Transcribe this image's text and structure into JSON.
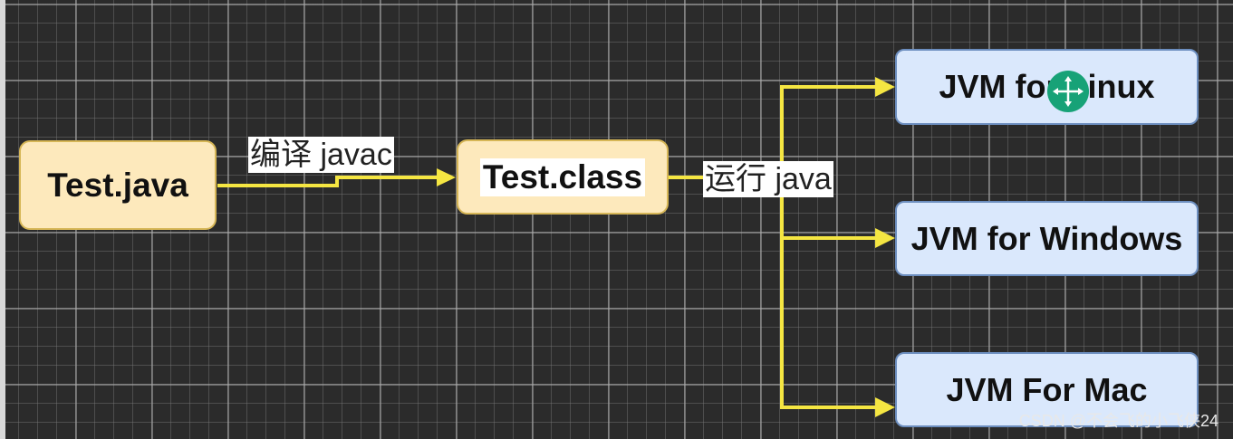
{
  "nodes": {
    "source_file": "Test.java",
    "class_file": "Test.class",
    "jvm_linux": "JVM for Linux",
    "jvm_windows": "JVM for Windows",
    "jvm_mac": "JVM For Mac"
  },
  "edge_labels": {
    "compile": "编译 javac",
    "run": "运行 java"
  },
  "watermark": "CSDN @不会飞的小飞侠24",
  "colors": {
    "canvas_background": "#2b2b2b",
    "java_node_fill": "#fde9bc",
    "java_node_border": "#d6b656",
    "jvm_node_fill": "#dae8fc",
    "jvm_node_border": "#6c8ebf",
    "connector": "#f5e642",
    "cursor": "#17a277"
  }
}
